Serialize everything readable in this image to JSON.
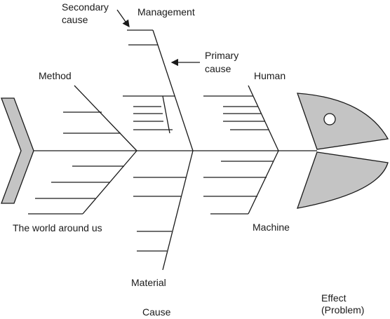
{
  "labels": {
    "secondary_cause_1": "Secondary",
    "secondary_cause_2": "cause",
    "management": "Management",
    "primary_cause_1": "Primary",
    "primary_cause_2": "cause",
    "method": "Method",
    "human": "Human",
    "world": "The world around us",
    "machine": "Machine",
    "material": "Material",
    "cause": "Cause",
    "effect_1": "Effect",
    "effect_2": "(Problem)"
  },
  "colors": {
    "line": "#1a1a1a",
    "fin_fill": "#c4c4c4",
    "background": "#ffffff"
  }
}
